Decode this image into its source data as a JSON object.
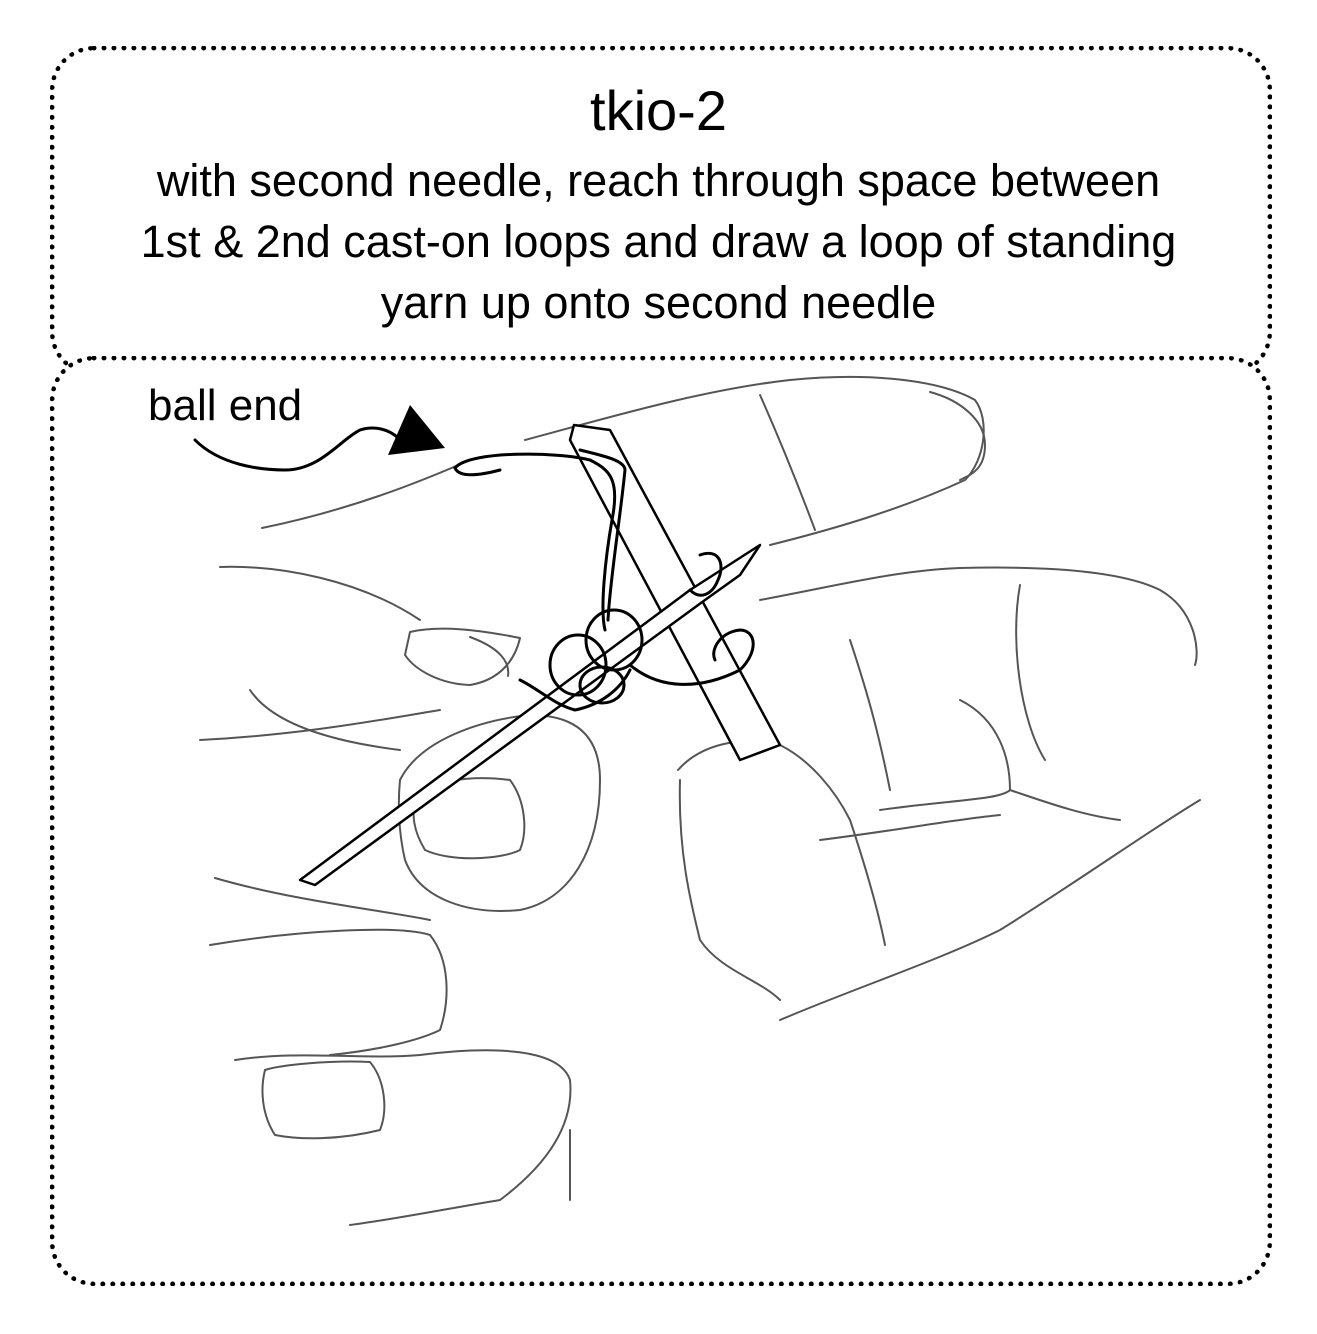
{
  "header": {
    "title": "tkio-2",
    "instruction_lines": [
      "with second needle, reach through space between",
      "1st & 2nd cast-on loops and draw a loop of standing",
      "yarn up onto second needle"
    ]
  },
  "illustration": {
    "label_ball_end": "ball end"
  },
  "colors": {
    "ink": "#000000",
    "hand_outline": "#555555",
    "background": "#ffffff"
  }
}
